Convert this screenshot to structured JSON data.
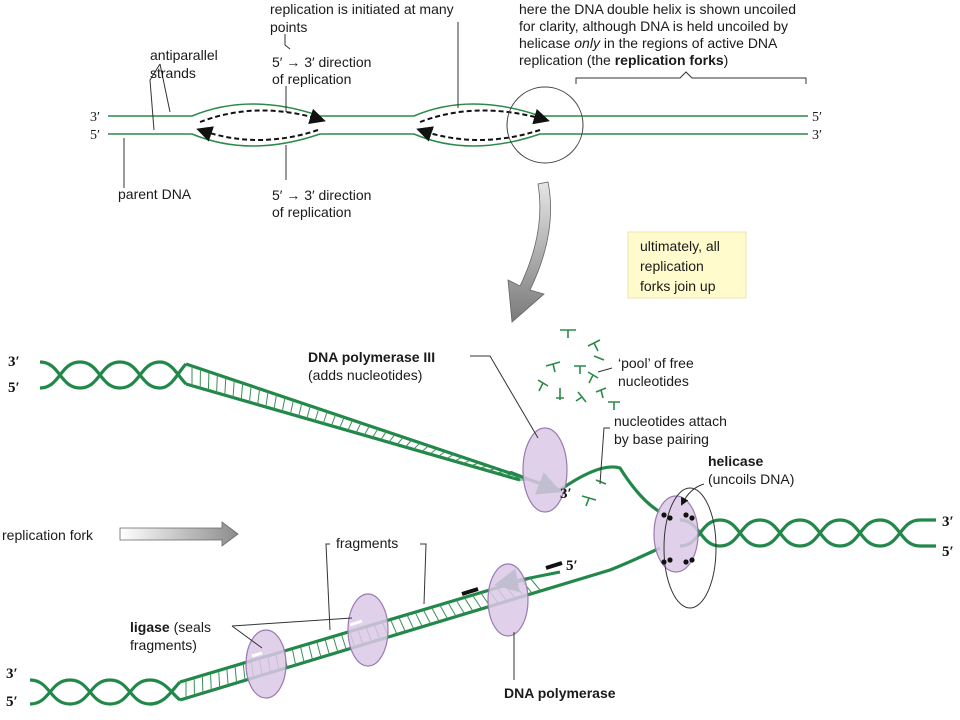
{
  "colors": {
    "dna_green": "#22884a",
    "enzyme_purple": "#dcc8e6",
    "callout_yellow": "#fffbcc",
    "arrow_grey": "#8c8c8c"
  },
  "top": {
    "label_replication_initiated": "replication is initiated at many points",
    "label_helix_note": "here the DNA double helix is shown uncoiled for clarity, although DNA is held uncoiled by helicase only in the regions of active DNA replication (the replication forks)",
    "label_antiparallel": "antiparallel strands",
    "label_direction": "5′ → 3′ direction of replication",
    "label_parent_dna": "parent DNA",
    "end_3": "3′",
    "end_5": "5′"
  },
  "callout": {
    "text": "ultimately, all replication forks join up"
  },
  "bottom": {
    "dna_polymerase_iii": "DNA polymerase III",
    "adds_nucleotides": "(adds nucleotides)",
    "pool": "‘pool’ of free nucleotides",
    "nucleotides_attach": "nucleotides attach by base pairing",
    "helicase": "helicase",
    "uncoils": "(uncoils DNA)",
    "replication_fork": "replication fork",
    "fragments": "fragments",
    "ligase": "ligase",
    "seals_fragments": "(seals fragments)",
    "dna_polymerase": "DNA polymerase",
    "end_3": "3′",
    "end_5": "5′"
  }
}
